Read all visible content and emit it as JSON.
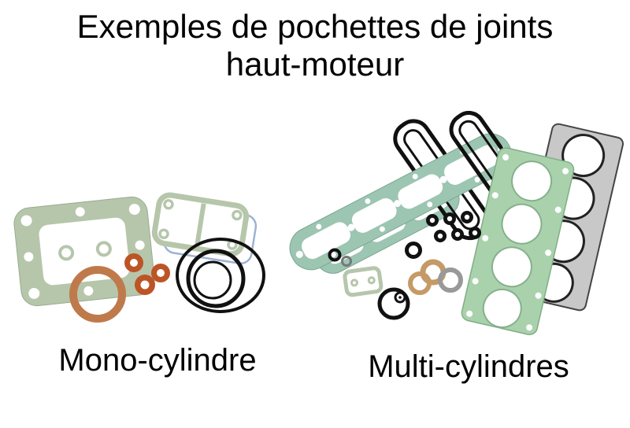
{
  "title": {
    "line1": "Exemples de pochettes de joints",
    "line2": "haut-moteur"
  },
  "captions": {
    "left": "Mono-cylindre",
    "right": "Multi-cylindres"
  },
  "colors": {
    "gasket_green": "#b6c6ab",
    "gasket_teal": "#9cc5b2",
    "head_green": "#a9d2ac",
    "orange": "#bd5426",
    "copper": "#bf7a4b",
    "tan": "#c59a66",
    "grey_gasket": "#c8c8c8",
    "blue_line": "#9db3d2",
    "ink": "#111111",
    "background": "#ffffff",
    "text": "#000000"
  }
}
